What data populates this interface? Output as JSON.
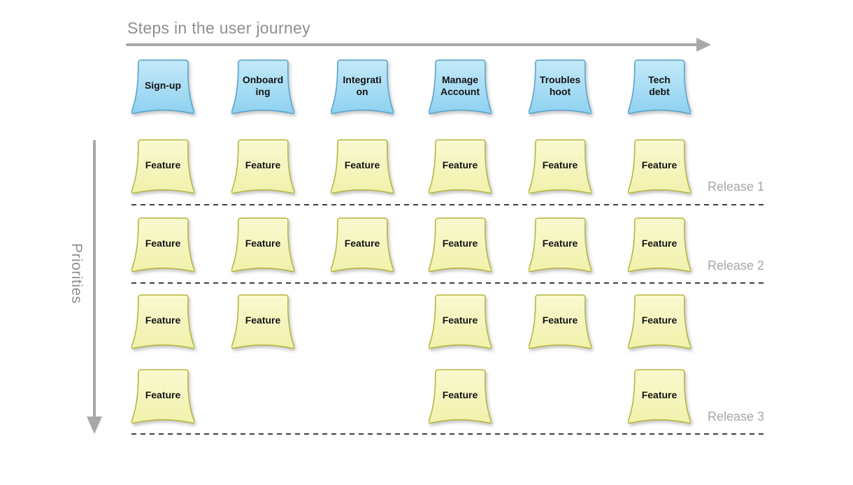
{
  "horizontal_axis": {
    "label": "Steps in the user journey"
  },
  "vertical_axis": {
    "label": "Priorities"
  },
  "journey_steps": [
    {
      "label": "Sign-up"
    },
    {
      "label": "Onboarding"
    },
    {
      "label": "Integration"
    },
    {
      "label": "Manage Account"
    },
    {
      "label": "Troubleshoot"
    },
    {
      "label": "Tech debt"
    }
  ],
  "feature_note_label": "Feature",
  "feature_grid": {
    "rows": [
      {
        "row": 1,
        "columns_with_notes": [
          1,
          2,
          3,
          4,
          5,
          6
        ]
      },
      {
        "row": 2,
        "columns_with_notes": [
          1,
          2,
          3,
          4,
          5,
          6
        ]
      },
      {
        "row": 3,
        "columns_with_notes": [
          1,
          2,
          4,
          5,
          6
        ]
      },
      {
        "row": 4,
        "columns_with_notes": [
          1,
          4,
          6
        ]
      }
    ]
  },
  "releases": [
    {
      "label": "Release 1"
    },
    {
      "label": "Release 2"
    },
    {
      "label": "Release 3"
    }
  ],
  "colors": {
    "step_note_fill_top": "#c3e9f8",
    "step_note_fill_bottom": "#8fd1f0",
    "step_note_border": "#5ba6cd",
    "feature_note_fill_top": "#f9f9d0",
    "feature_note_fill_bottom": "#f1f1ac",
    "feature_note_border": "#b5b53c",
    "axis_color": "#a8a8a8",
    "axis_text_color": "#8f8f8f",
    "release_text_color": "#a6a6a6",
    "separator_color": "#3f3f3f",
    "note_text_color": "#141414",
    "background": "#ffffff"
  }
}
